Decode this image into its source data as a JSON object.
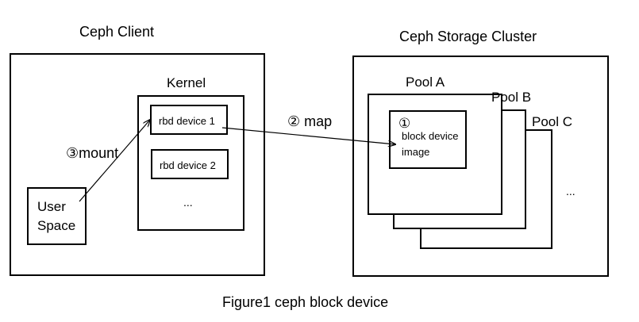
{
  "client": {
    "title": "Ceph Client",
    "kernel": {
      "title": "Kernel",
      "devices": [
        "rbd device 1",
        "rbd device 2"
      ],
      "more": "..."
    },
    "user_space": {
      "line1": "User",
      "line2": "Space"
    }
  },
  "cluster": {
    "title": "Ceph Storage Cluster",
    "pools": [
      "Pool A",
      "Pool B",
      "Pool C"
    ],
    "image": {
      "step": "①",
      "line1": "block device",
      "line2": "image"
    },
    "more": "..."
  },
  "steps": {
    "map": "② map",
    "mount": "③mount"
  },
  "caption": "Figure1 ceph block device"
}
